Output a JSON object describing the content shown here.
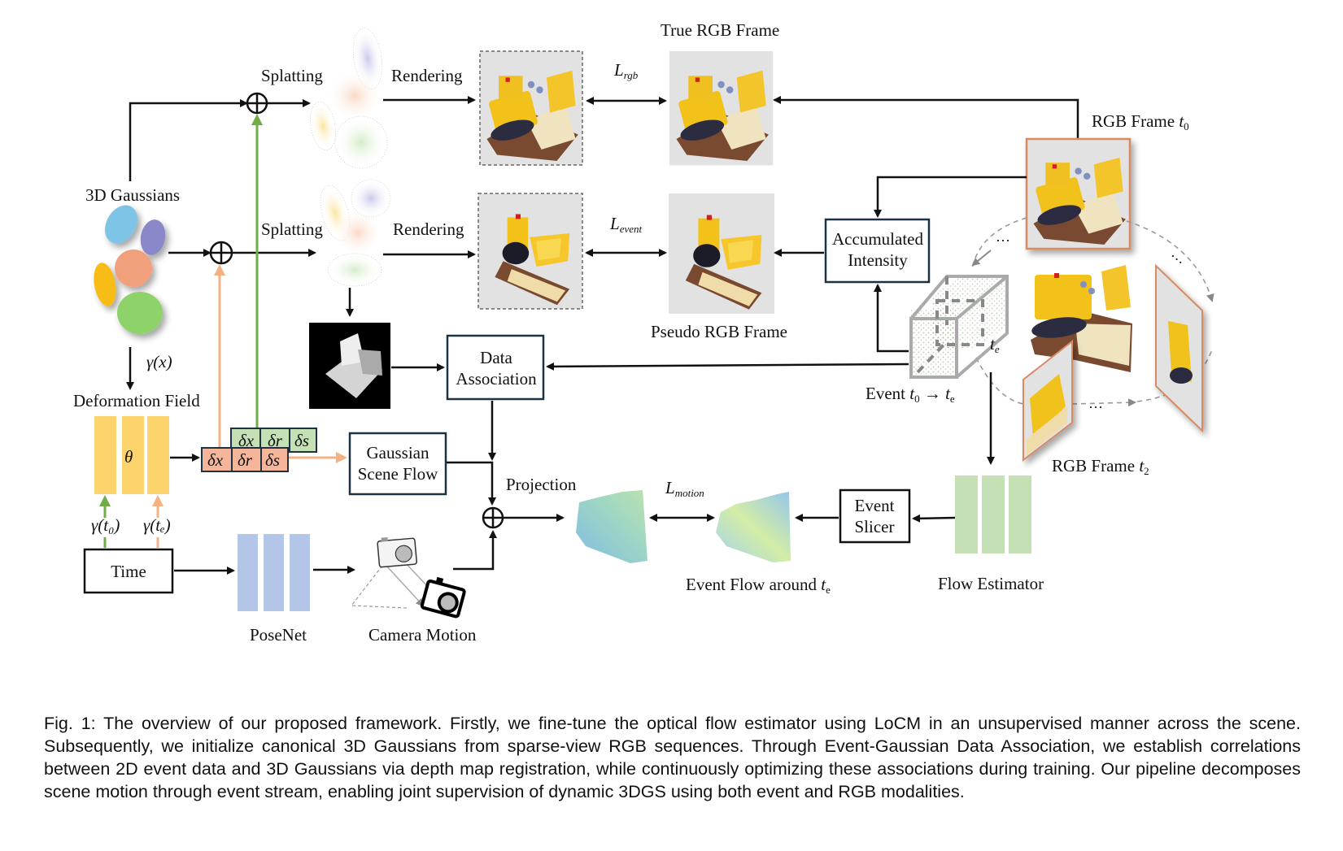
{
  "figure": {
    "labels": {
      "true_rgb_frame": "True RGB Frame",
      "splatting_top": "Splatting",
      "rendering_top": "Rendering",
      "splatting_mid": "Splatting",
      "rendering_mid": "Rendering",
      "gaussians_3d": "3D Gaussians",
      "rgb_frame_t0": "RGB Frame",
      "rgb_frame_t2": "RGB Frame",
      "pseudo_rgb_frame": "Pseudo RGB Frame",
      "deformation_field": "Deformation Field",
      "gamma_x": "γ(x)",
      "gamma_t0": "γ(t₀)",
      "gamma_te": "γ(tₑ)",
      "theta": "θ",
      "projection": "Projection",
      "event_flow_around": "Event Flow around",
      "flow_estimator": "Flow Estimator",
      "posenet": "PoseNet",
      "camera_motion": "Camera Motion",
      "event_t0_te": "Event",
      "te_label": "t",
      "ellipsis": "···"
    },
    "losses": {
      "rgb": {
        "main": "L",
        "sub": "rgb"
      },
      "event": {
        "main": "L",
        "sub": "event"
      },
      "motion": {
        "main": "L",
        "sub": "motion"
      }
    },
    "boxes": {
      "accumulated_intensity": [
        "Accumulated",
        "Intensity"
      ],
      "data_association": [
        "Data",
        "Association"
      ],
      "gaussian_scene_flow": [
        "Gaussian",
        "Scene Flow"
      ],
      "event_slicer": [
        "Event",
        "Slicer"
      ],
      "time": "Time"
    },
    "deltas": {
      "orange": [
        "δx",
        "δr",
        "δs"
      ],
      "green": [
        "δx",
        "δr",
        "δs"
      ]
    },
    "colors": {
      "gaussian_blue": "#7ec4e6",
      "gaussian_purple": "#8a88c8",
      "gaussian_orange": "#f0a07a",
      "gaussian_yellow": "#f7bd12",
      "gaussian_green": "#8ed26a",
      "deformation_yellow": "#fcd46b",
      "posenet_blue": "#b3c6e7",
      "flow_green": "#c5e0b4",
      "arrow_green": "#70ad47",
      "arrow_orange": "#f4b183",
      "delta_orange": "#f4b59a",
      "delta_green": "#c5e0b4",
      "frame_border": "#d88a63",
      "box_border": "#1c3240"
    }
  },
  "caption": "Fig. 1: The overview of our proposed framework. Firstly, we fine-tune the optical flow estimator using LoCM in an unsupervised manner across the scene. Subsequently, we initialize canonical 3D Gaussians from sparse-view RGB sequences. Through Event-Gaussian Data Association, we establish correlations between 2D event data and 3D Gaussians via depth map registration, while continuously optimizing these associations during training. Our pipeline decomposes scene motion through event stream, enabling joint supervision of dynamic 3DGS using both event and RGB modalities."
}
